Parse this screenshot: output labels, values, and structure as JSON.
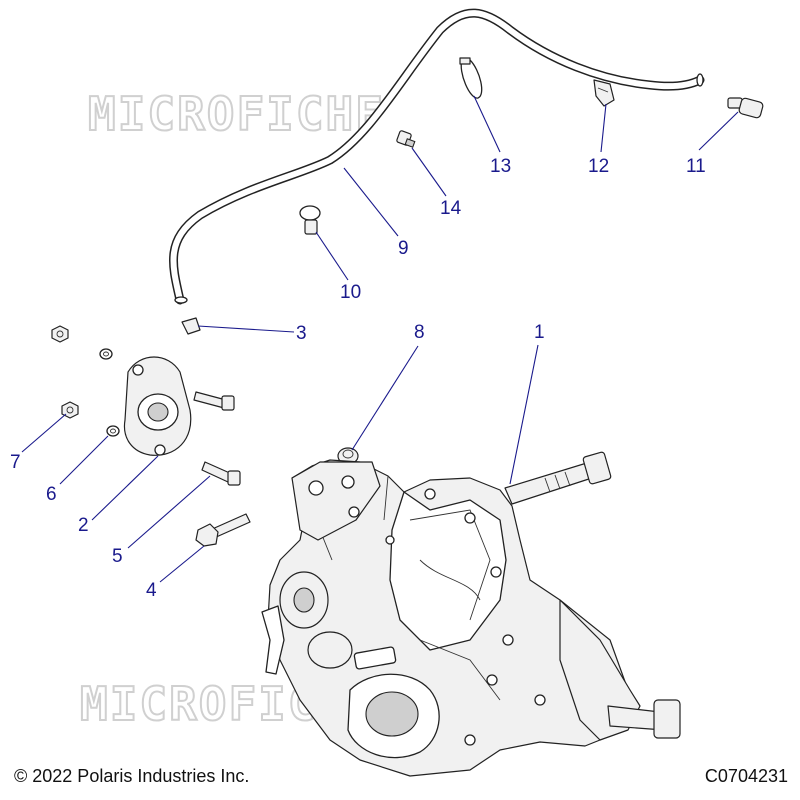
{
  "watermark": {
    "text": "MICROFICHES.NET"
  },
  "footer": {
    "copyright": "© 2022 Polaris Industries Inc.",
    "code": "C0704231"
  },
  "callouts": {
    "c1": "1",
    "c2": "2",
    "c3": "3",
    "c4": "4",
    "c5": "5",
    "c6": "6",
    "c7": "7",
    "c8": "8",
    "c9": "9",
    "c10": "10",
    "c11": "11",
    "c12": "12",
    "c13": "13",
    "c14": "14"
  },
  "colors": {
    "callout": "#1a1a8c",
    "line_art": "#222222",
    "watermark": "#d0d0d0"
  }
}
